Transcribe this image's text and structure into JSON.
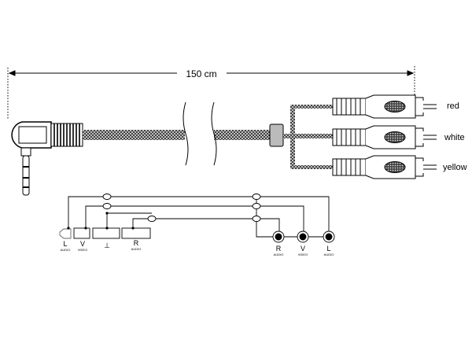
{
  "dimension": {
    "length_label": "150 cm"
  },
  "plugs": {
    "red": "red",
    "white": "white",
    "yellow": "yellow"
  },
  "jack_contacts": {
    "l": {
      "letter": "L",
      "sub": "AUDIO"
    },
    "v": {
      "letter": "V",
      "sub": "VIDEO"
    },
    "ground": {
      "letter": "⊥"
    },
    "r": {
      "letter": "R",
      "sub": "AUDIO"
    }
  },
  "rca_contacts": {
    "r": {
      "letter": "R",
      "sub": "AUDIO"
    },
    "v": {
      "letter": "V",
      "sub": "VIDEO"
    },
    "l": {
      "letter": "L",
      "sub": "AUDIO"
    }
  },
  "colors": {
    "line": "#000000",
    "ferrule": "#bbbbbb"
  }
}
